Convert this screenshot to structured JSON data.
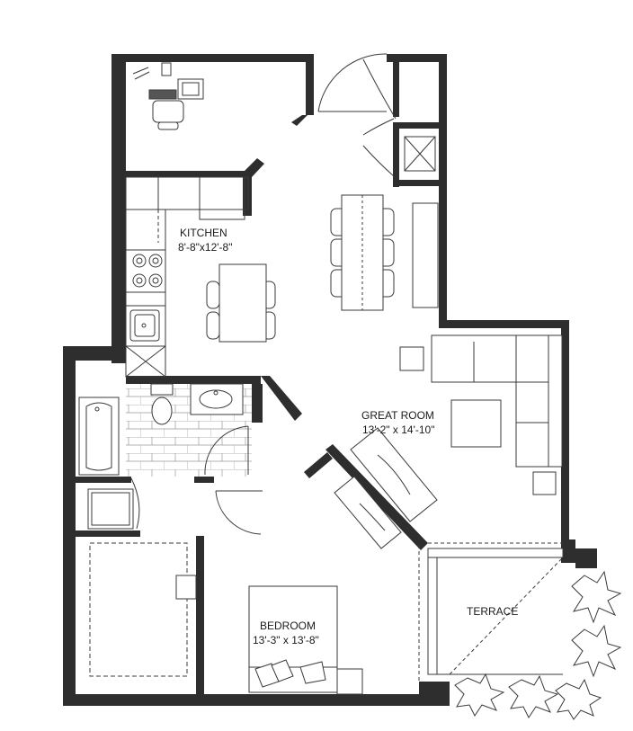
{
  "rooms": {
    "kitchen": {
      "name": "KITCHEN",
      "size": "8'-8\"x12'-8\""
    },
    "great_room": {
      "name": "GREAT ROOM",
      "size": "13'-2\" x 14'-10\""
    },
    "bedroom": {
      "name": "BEDROOM",
      "size": "13'-3\" x 13'-8\""
    },
    "terrace": {
      "name": "TERRACE"
    }
  },
  "colors": {
    "wall": "#2e2e2e",
    "line": "#3a3a3a",
    "tile": "#9a9a9a",
    "fixture": "#f4f4f4"
  }
}
